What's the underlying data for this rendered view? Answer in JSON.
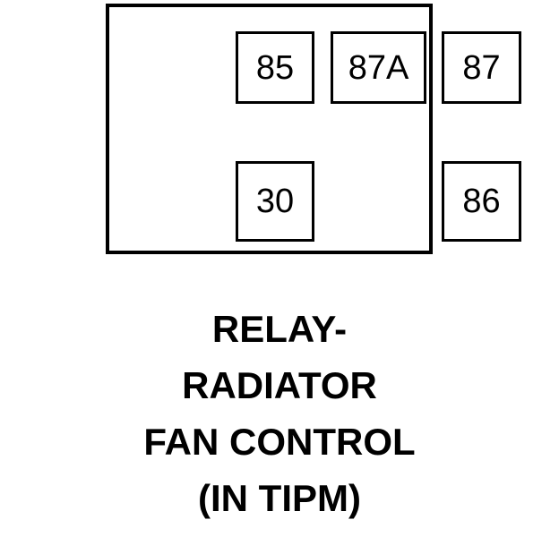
{
  "diagram": {
    "type": "automotive-relay-pinout",
    "colors": {
      "line": "#000000",
      "background": "#ffffff"
    },
    "relay_body": {
      "name": "relay-body-outline"
    },
    "terminals": [
      {
        "id": "85",
        "label": "85",
        "row": "top",
        "position": "left"
      },
      {
        "id": "87A",
        "label": "87A",
        "row": "top",
        "position": "center"
      },
      {
        "id": "87",
        "label": "87",
        "row": "top",
        "position": "right"
      },
      {
        "id": "30",
        "label": "30",
        "row": "bottom",
        "position": "left"
      },
      {
        "id": "86",
        "label": "86",
        "row": "bottom",
        "position": "right"
      }
    ],
    "caption": {
      "lines": [
        "RELAY-",
        "RADIATOR",
        "FAN CONTROL",
        "(IN TIPM)"
      ],
      "full_text": "RELAY- RADIATOR FAN CONTROL (IN TIPM)"
    }
  }
}
